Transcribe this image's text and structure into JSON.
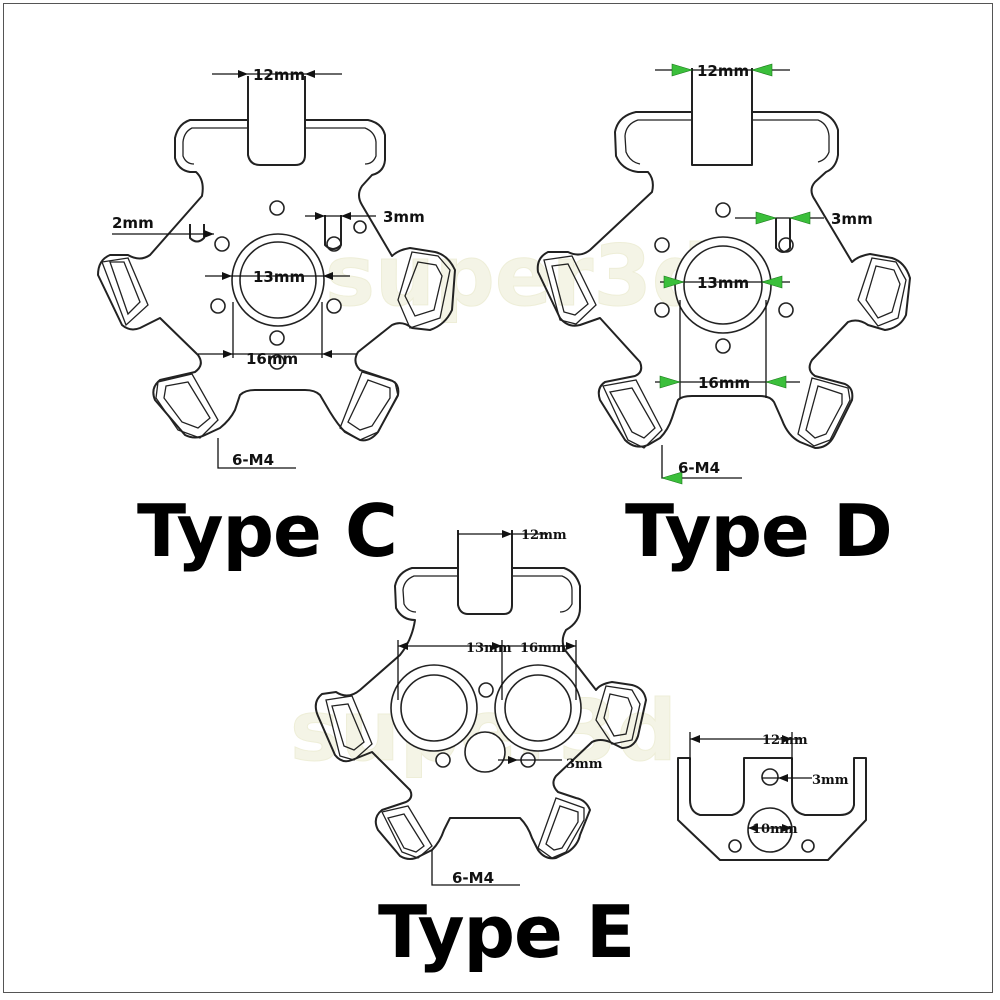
{
  "watermark": "super3d",
  "type_c": {
    "label": "Type C",
    "dims": {
      "top": "12mm",
      "left": "2mm",
      "right_small": "3mm",
      "bore": "13mm",
      "width": "16mm",
      "screws": "6-M4"
    }
  },
  "type_d": {
    "label": "Type D",
    "dims": {
      "top": "12mm",
      "right_small": "3mm",
      "bore": "13mm",
      "width": "16mm",
      "screws": "6-M4"
    }
  },
  "type_e": {
    "label": "Type E",
    "dims": {
      "top": "12mm",
      "bore": "13mm",
      "width": "16mm",
      "small": "3mm",
      "screws": "6-M4"
    }
  },
  "detail": {
    "dims": {
      "top": "12mm",
      "right_small": "3mm",
      "bore": "10mm"
    }
  },
  "colors": {
    "arrow_green": "#3bbf3b",
    "line": "#222222"
  }
}
